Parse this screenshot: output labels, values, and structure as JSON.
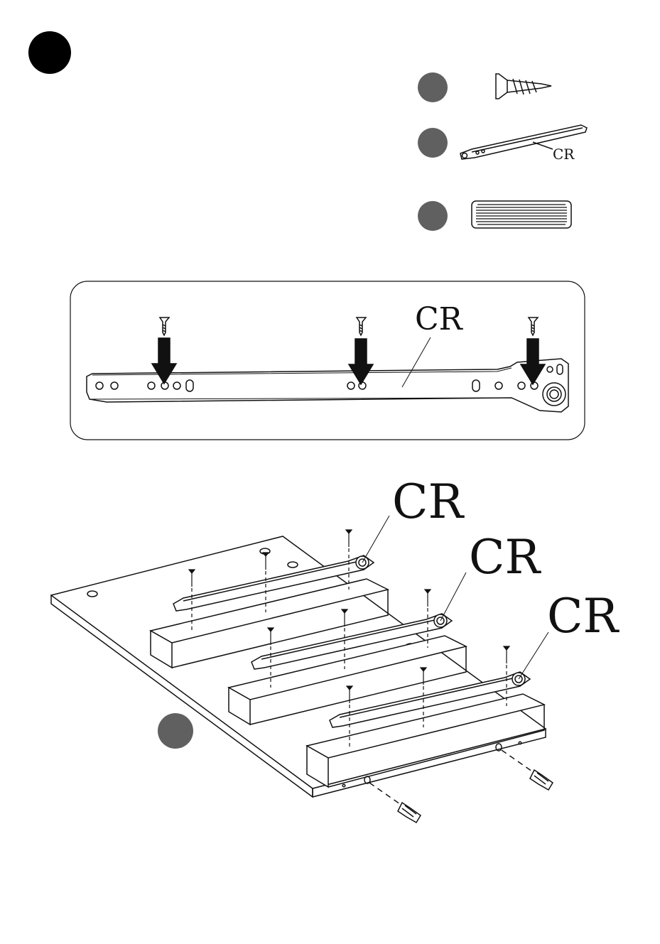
{
  "parts": [
    {
      "id": "screw",
      "icon": "screw-icon"
    },
    {
      "id": "rail",
      "icon": "drawer-rail-icon",
      "label": "CR"
    },
    {
      "id": "dowel",
      "icon": "wooden-dowel-icon"
    }
  ],
  "detail": {
    "label": "CR"
  },
  "assembly": {
    "labels": [
      "CR",
      "CR",
      "CR"
    ]
  },
  "colors": {
    "part_marker": "#606060",
    "step_marker": "#000000",
    "line": "#111111"
  }
}
